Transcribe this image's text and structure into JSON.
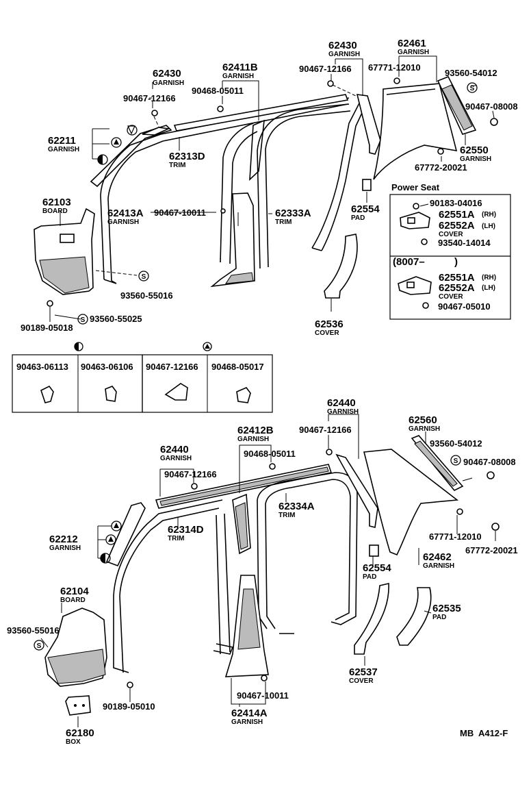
{
  "top": {
    "garnish_62430_a": {
      "num": "62430",
      "name": "GARNISH"
    },
    "clip_90467_12166_a": "90467-12166",
    "garnish_62411b": {
      "num": "62411B",
      "name": "GARNISH"
    },
    "clip_90468_05011_a": "90468-05011",
    "garnish_62430_b": {
      "num": "62430",
      "name": "GARNISH"
    },
    "clip_90467_12166_b": "90467-12166",
    "garnish_62461": {
      "num": "62461",
      "name": "GARNISH"
    },
    "clip_67771_12010_a": "67771-12010",
    "screw_93560_54012_a": "93560-54012",
    "clip_90467_08008_a": "90467-08008",
    "garnish_62550": {
      "num": "62550",
      "name": "GARNISH"
    },
    "clip_67772_20021_a": "67772-20021",
    "garnish_62211": {
      "num": "62211",
      "name": "GARNISH"
    },
    "trim_62313d": {
      "num": "62313D",
      "name": "TRIM"
    },
    "board_62103": {
      "num": "62103",
      "name": "BOARD"
    },
    "garnish_62413a": {
      "num": "62413A",
      "name": "GARNISH"
    },
    "clip_90467_10011_a": "90467-10011",
    "trim_62333a": {
      "num": "62333A",
      "name": "TRIM"
    },
    "pad_62554_a": {
      "num": "62554",
      "name": "PAD"
    },
    "screw_93560_55016_a": "93560-55016",
    "clip_90189_05018": "90189-05018",
    "screw_93560_55025": "93560-55025",
    "cover_62536": {
      "num": "62536",
      "name": "COVER"
    }
  },
  "power_seat": {
    "title": "Power Seat",
    "clip_90183_04016": "90183-04016",
    "cover_a_rh": "62551A",
    "rh": "(RH)",
    "cover_a_lh": "62552A",
    "lh": "(LH)",
    "cover_label": "COVER",
    "screw_93540_14014": "93540-14014",
    "from_date": "(8007–",
    "from_date_close": ")",
    "cover_b_rh": "62551A",
    "rh2": "(RH)",
    "cover_b_lh": "62552A",
    "lh2": "(LH)",
    "cover_label2": "COVER",
    "clip_90467_05010": "90467-05010"
  },
  "legend": {
    "half_circle_parts": [
      "90463-06113",
      "90463-06106"
    ],
    "triangle_parts": [
      "90467-12166",
      "90468-05017"
    ]
  },
  "bottom": {
    "garnish_62440_a": {
      "num": "62440",
      "name": "GARNISH"
    },
    "clip_90467_12166_c": "90467-12166",
    "garnish_62412b": {
      "num": "62412B",
      "name": "GARNISH"
    },
    "clip_90468_05011_b": "90468-05011",
    "garnish_62440_b": {
      "num": "62440",
      "name": "GARNISH"
    },
    "clip_90467_12166_d": "90467-12166",
    "garnish_62560": {
      "num": "62560",
      "name": "GARNISH"
    },
    "screw_93560_54012_b": "93560-54012",
    "clip_90467_08008_b": "90467-08008",
    "trim_62334a": {
      "num": "62334A",
      "name": "TRIM"
    },
    "garnish_62212": {
      "num": "62212",
      "name": "GARNISH"
    },
    "trim_62314d": {
      "num": "62314D",
      "name": "TRIM"
    },
    "clip_67771_12010_b": "67771-12010",
    "clip_67772_20021_b": "67772-20021",
    "garnish_62462": {
      "num": "62462",
      "name": "GARNISH"
    },
    "pad_62554_b": {
      "num": "62554",
      "name": "PAD"
    },
    "board_62104": {
      "num": "62104",
      "name": "BOARD"
    },
    "screw_93560_55016_b": "93560-55016",
    "cover_62537": {
      "num": "62537",
      "name": "COVER"
    },
    "pad_62535": {
      "num": "62535",
      "name": "PAD"
    },
    "clip_90189_05010": "90189-05010",
    "clip_90467_10011_b": "90467-10011",
    "garnish_62414a": {
      "num": "62414A",
      "name": "GARNISH"
    },
    "box_62180": {
      "num": "62180",
      "name": "BOX"
    }
  },
  "footer": {
    "code": "MB  A412-F"
  },
  "symbols": {
    "screw": "S"
  }
}
